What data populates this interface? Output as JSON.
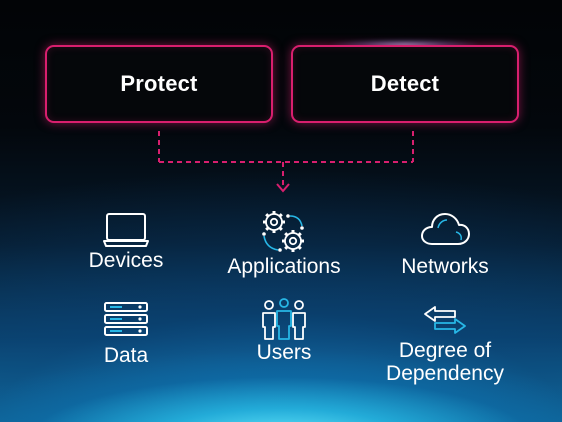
{
  "frameworks": {
    "protect": {
      "label": "Protect"
    },
    "detect": {
      "label": "Detect"
    }
  },
  "assets": [
    {
      "label": "Devices",
      "icon": "laptop-icon"
    },
    {
      "label": "Applications",
      "icon": "gears-icon"
    },
    {
      "label": "Networks",
      "icon": "cloud-icon"
    },
    {
      "label": "Data",
      "icon": "server-stack-icon"
    },
    {
      "label": "Users",
      "icon": "users-group-icon"
    },
    {
      "label_line1": "Degree of",
      "label_line2": "Dependency",
      "icon": "arrows-exchange-icon"
    }
  ],
  "colors": {
    "accent_magenta": "#d81f6e",
    "icon_stroke": "#ffffff",
    "icon_accent_cyan": "#27b7e6"
  }
}
